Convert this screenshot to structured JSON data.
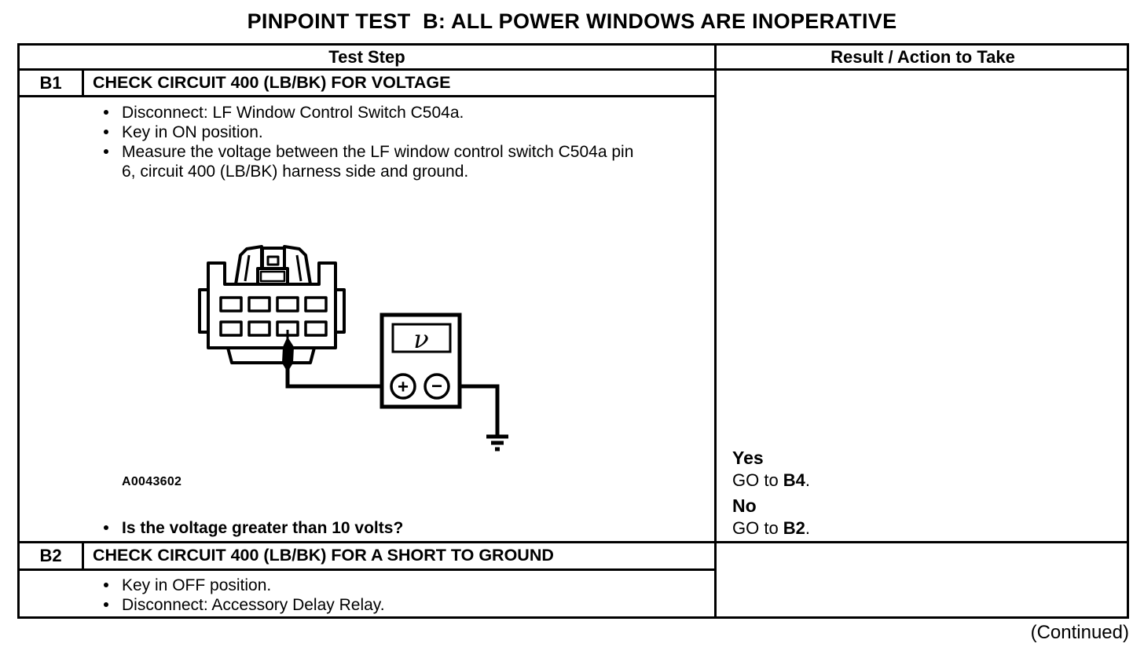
{
  "page": {
    "title": "PINPOINT TEST  B: ALL POWER WINDOWS ARE INOPERATIVE",
    "continued_note": "(Continued)"
  },
  "table": {
    "headers": {
      "test_step": "Test Step",
      "result_action": "Result / Action to Take"
    }
  },
  "steps": [
    {
      "id": "B1",
      "title": "CHECK CIRCUIT 400 (LB/BK) FOR VOLTAGE",
      "bullets": [
        "Disconnect: LF Window Control Switch C504a.",
        "Key in ON position.",
        "Measure the voltage between the LF window control switch C504a pin 6, circuit 400 (LB/BK) harness side and ground."
      ],
      "figure_id": "A0043602",
      "question": "Is the voltage greater than 10 volts?",
      "results": [
        {
          "answer": "Yes",
          "action_prefix": "GO to ",
          "action_target": "B4",
          "action_suffix": "."
        },
        {
          "answer": "No",
          "action_prefix": "GO to ",
          "action_target": "B2",
          "action_suffix": "."
        }
      ]
    },
    {
      "id": "B2",
      "title": "CHECK CIRCUIT 400 (LB/BK) FOR A SHORT TO GROUND",
      "bullets": [
        "Key in OFF position.",
        "Disconnect: Accessory Delay Relay."
      ]
    }
  ],
  "diagram": {
    "voltmeter_display": "ν",
    "positive_terminal": "+",
    "negative_terminal": "−"
  },
  "colors": {
    "ink": "#000000",
    "paper": "#ffffff"
  }
}
